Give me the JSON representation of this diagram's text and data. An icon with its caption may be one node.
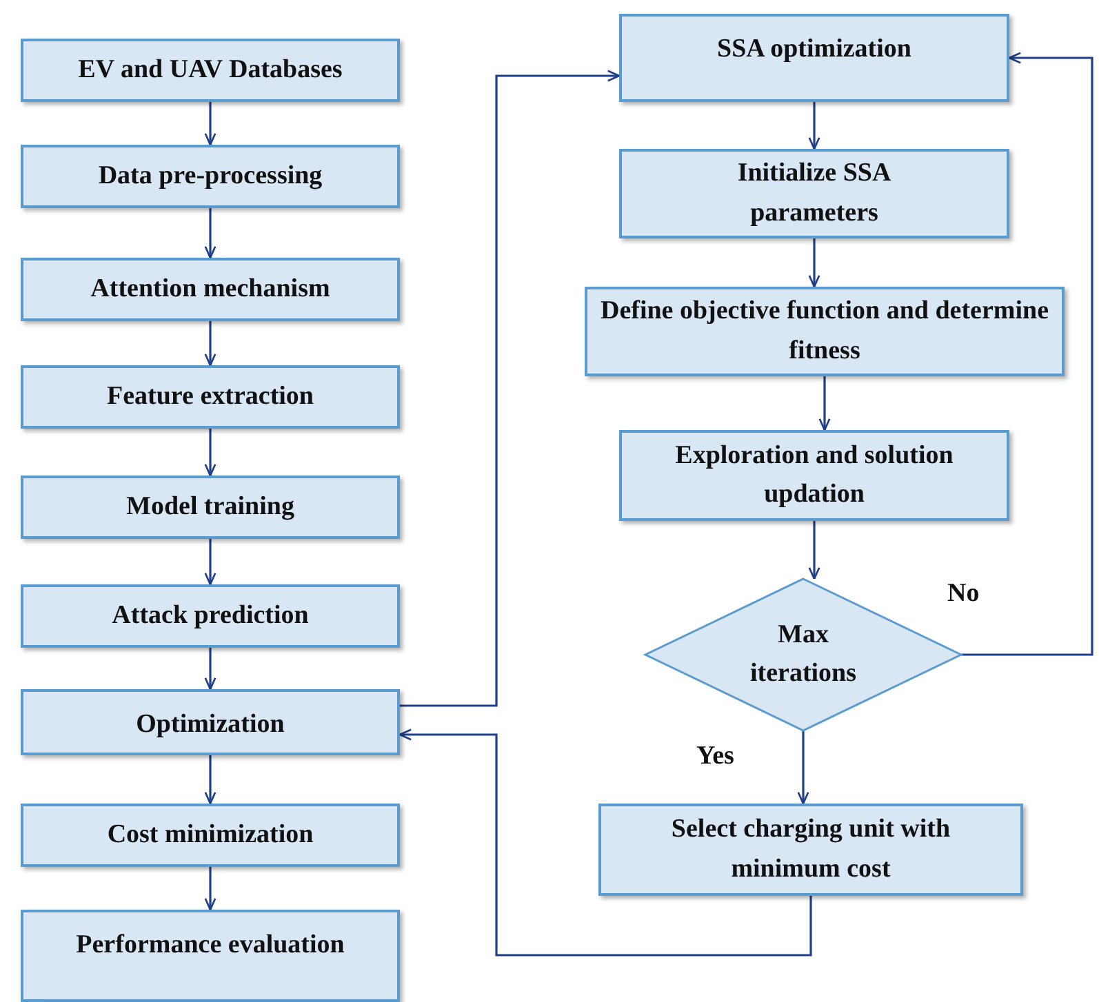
{
  "diagram": {
    "nodes": [
      {
        "text": [
          "EV and UAV Databases"
        ]
      },
      {
        "text": [
          "Data pre-processing"
        ]
      },
      {
        "text": [
          "Attention mechanism"
        ]
      },
      {
        "text": [
          "Feature extraction"
        ]
      },
      {
        "text": [
          "Model training"
        ]
      },
      {
        "text": [
          "Attack prediction"
        ]
      },
      {
        "text": [
          "Optimization"
        ]
      },
      {
        "text": [
          "Cost minimization"
        ]
      },
      {
        "text": [
          "Performance evaluation"
        ]
      },
      {
        "text": [
          "SSA optimization"
        ]
      },
      {
        "text": [
          "Initialize SSA parameters"
        ]
      },
      {
        "text": [
          "Define objective function and determine fitness"
        ]
      },
      {
        "text": [
          "Exploration and solution updation"
        ]
      },
      {
        "text": [
          "Max iterations"
        ]
      },
      {
        "text": [
          "Select charging unit with minimum cost"
        ]
      }
    ],
    "edges": [
      {
        "from": 0,
        "to": 1,
        "arrow": "to"
      },
      {
        "from": 1,
        "to": 2,
        "arrow": "to"
      },
      {
        "from": 2,
        "to": 3,
        "arrow": "to"
      },
      {
        "from": 3,
        "to": 4,
        "arrow": "to"
      },
      {
        "from": 4,
        "to": 5,
        "arrow": "to"
      },
      {
        "from": 5,
        "to": 6,
        "arrow": "to"
      },
      {
        "from": 6,
        "to": 7,
        "arrow": "to"
      },
      {
        "from": 7,
        "to": 8,
        "arrow": "to"
      },
      {
        "from": 6,
        "to": 9,
        "arrow": "to"
      },
      {
        "from": 9,
        "to": 10,
        "arrow": "to"
      },
      {
        "from": 10,
        "to": 11,
        "arrow": "to"
      },
      {
        "from": 11,
        "to": 12,
        "arrow": "to"
      },
      {
        "from": 12,
        "to": 13,
        "arrow": "to"
      },
      {
        "from": 13,
        "to": 14,
        "arrow": "to",
        "label": "Yes"
      },
      {
        "from": 13,
        "to": 9,
        "arrow": "to",
        "label": "No"
      },
      {
        "from": 14,
        "to": 6,
        "arrow": "to"
      }
    ]
  }
}
